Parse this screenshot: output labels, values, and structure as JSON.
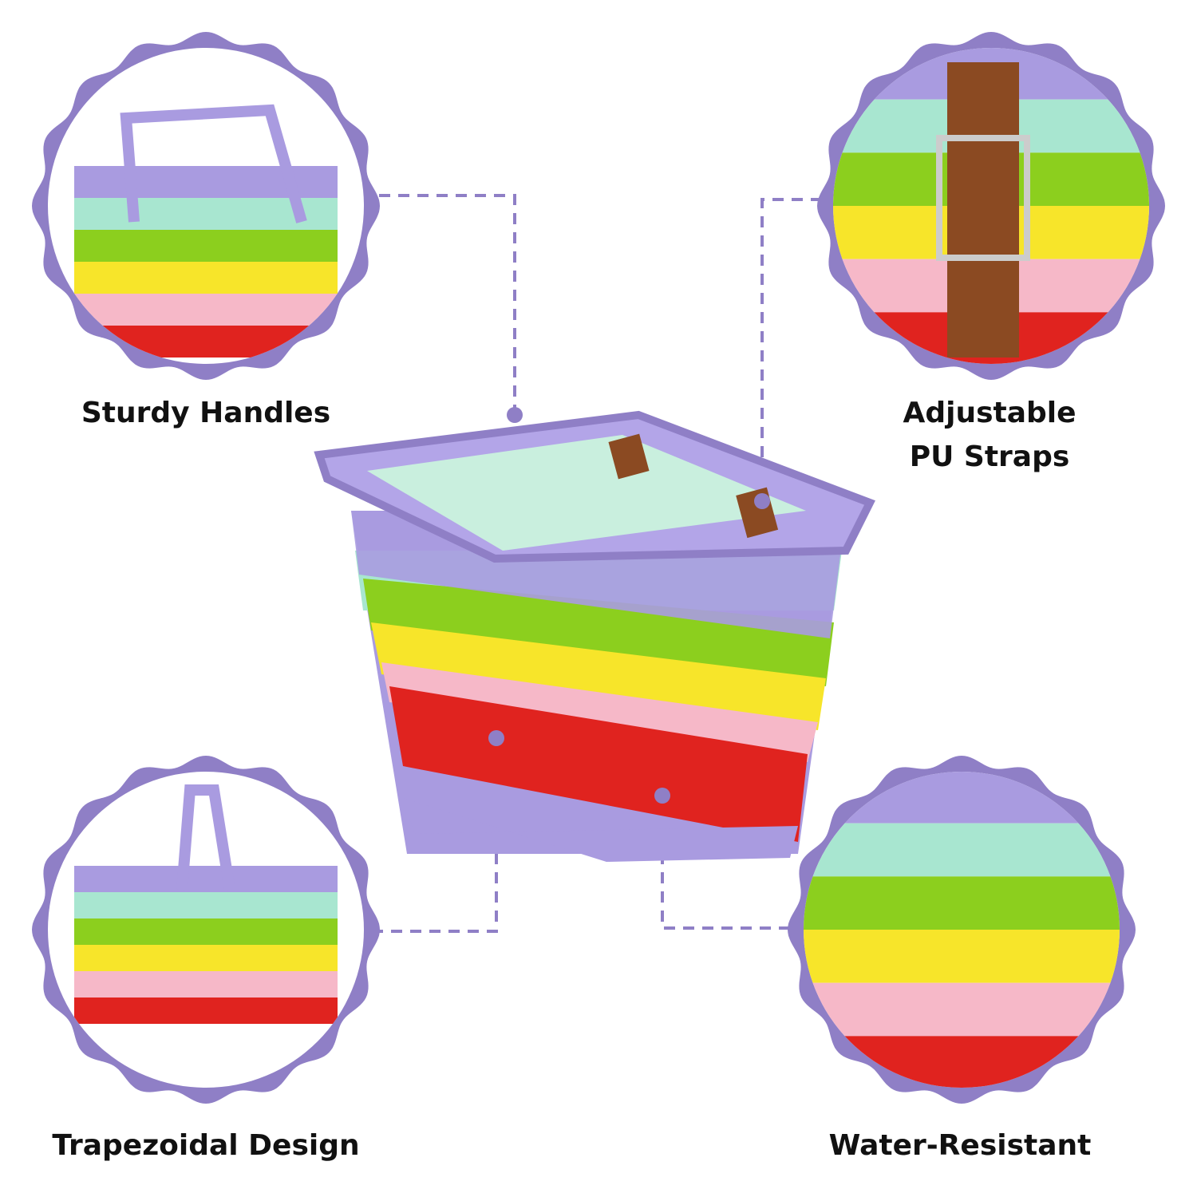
{
  "features": [
    {
      "id": "handles",
      "label": "Sturdy Handles"
    },
    {
      "id": "straps",
      "label_line1": "Adjustable",
      "label_line2": "PU Straps"
    },
    {
      "id": "shape",
      "label": "Trapezoidal Design"
    },
    {
      "id": "water",
      "label": "Water-Resistant"
    }
  ],
  "colors": {
    "accent": "#8f7fc6",
    "lavender": "#a99be0",
    "mint": "#a8e6d0",
    "green": "#8ccf1e",
    "yellow": "#f7e52a",
    "pink": "#f6b8c8",
    "red": "#e0231f",
    "leather": "#8b4a22"
  }
}
